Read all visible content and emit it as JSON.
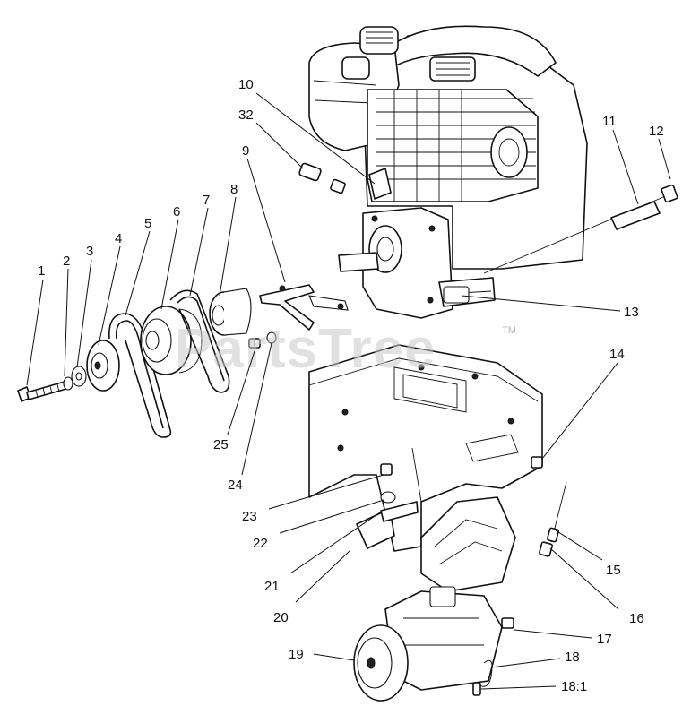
{
  "watermark": {
    "text": "PartsTree",
    "mark": "TM"
  },
  "callouts": [
    {
      "key": "c1",
      "label": "1"
    },
    {
      "key": "c2",
      "label": "2"
    },
    {
      "key": "c3",
      "label": "3"
    },
    {
      "key": "c4",
      "label": "4"
    },
    {
      "key": "c5",
      "label": "5"
    },
    {
      "key": "c6",
      "label": "6"
    },
    {
      "key": "c7",
      "label": "7"
    },
    {
      "key": "c8",
      "label": "8"
    },
    {
      "key": "c9",
      "label": "9"
    },
    {
      "key": "c10",
      "label": "10"
    },
    {
      "key": "c32",
      "label": "32"
    },
    {
      "key": "c11",
      "label": "11"
    },
    {
      "key": "c12",
      "label": "12"
    },
    {
      "key": "c13",
      "label": "13"
    },
    {
      "key": "c14",
      "label": "14"
    },
    {
      "key": "c15",
      "label": "15"
    },
    {
      "key": "c16",
      "label": "16"
    },
    {
      "key": "c17",
      "label": "17"
    },
    {
      "key": "c18",
      "label": "18"
    },
    {
      "key": "c18_1",
      "label": "18:1"
    },
    {
      "key": "c19",
      "label": "19"
    },
    {
      "key": "c20",
      "label": "20"
    },
    {
      "key": "c21",
      "label": "21"
    },
    {
      "key": "c22",
      "label": "22"
    },
    {
      "key": "c23",
      "label": "23"
    },
    {
      "key": "c24",
      "label": "24"
    },
    {
      "key": "c25",
      "label": "25"
    }
  ]
}
